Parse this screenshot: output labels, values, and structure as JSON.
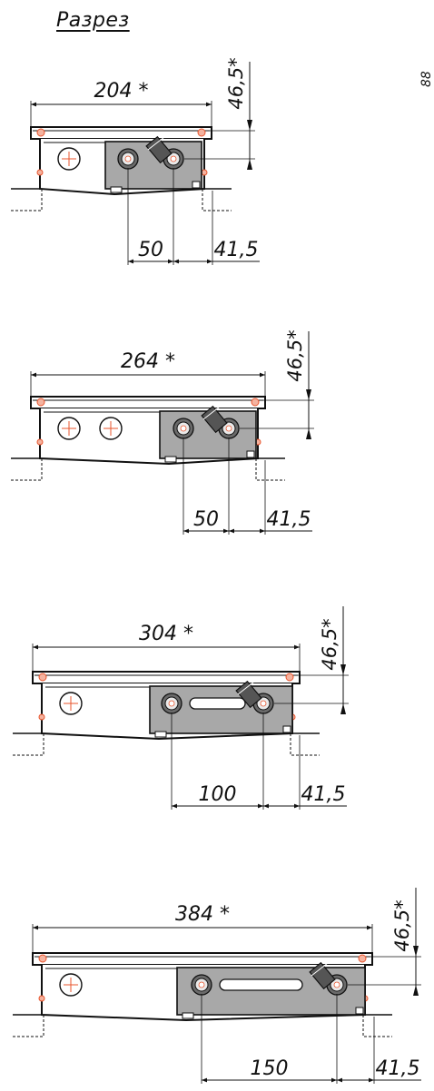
{
  "title": "Разрез",
  "edge_fragment": "88",
  "sections": [
    {
      "width_label": "204 *",
      "height_label": "46,5*",
      "spacing_label": "50",
      "offset_label": "41,5",
      "round_openings": 1,
      "slot": false
    },
    {
      "width_label": "264 *",
      "height_label": "46,5*",
      "spacing_label": "50",
      "offset_label": "41,5",
      "round_openings": 2,
      "slot": false
    },
    {
      "width_label": "304 *",
      "height_label": "46,5*",
      "spacing_label": "100",
      "offset_label": "41,5",
      "round_openings": 1,
      "slot": true
    },
    {
      "width_label": "384 *",
      "height_label": "46,5*",
      "spacing_label": "150",
      "offset_label": "41,5",
      "round_openings": 1,
      "slot": true
    }
  ],
  "colors": {
    "line": "#111111",
    "body": "#ffffff",
    "plate": "#a8a8a8",
    "accent": "#e8542c",
    "connector": "#555555"
  }
}
